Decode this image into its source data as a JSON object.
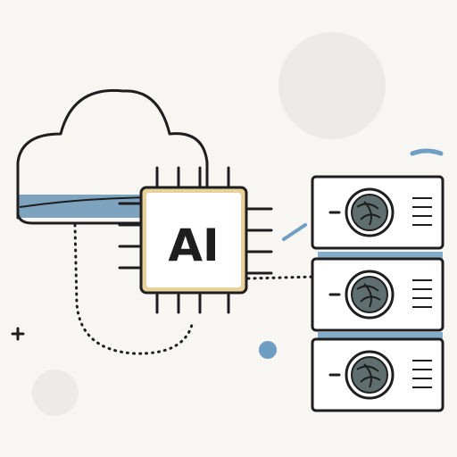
{
  "chip": {
    "label": "AI"
  },
  "colors": {
    "ink": "#1e1e1e",
    "cloud_fill": "#7ea3bf",
    "chip_fill": "#ffffff",
    "chip_border": "#e6d29a",
    "accent_blue": "#6f9ec2",
    "fan_fill": "#5f6f6f",
    "background": "#f7f6f3",
    "soft_circle": "#ebe9e6"
  },
  "icons": {
    "cloud": "cloud-icon",
    "chip": "ai-chip-icon",
    "server": "server-fan-icon",
    "plus": "plus-icon"
  },
  "servers": [
    {
      "name": "server-unit-top"
    },
    {
      "name": "server-unit-middle"
    },
    {
      "name": "server-unit-bottom"
    }
  ]
}
